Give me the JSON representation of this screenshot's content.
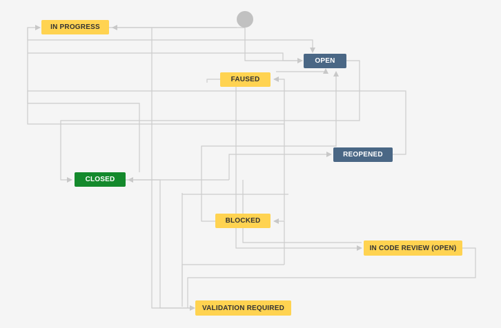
{
  "workflow": {
    "statuses": {
      "in_progress": "IN PROGRESS",
      "open": "OPEN",
      "paused": "FAUSED",
      "reopened": "REOPENED",
      "closed": "CLOSED",
      "blocked": "BLOCKED",
      "in_code_review": "IN CODE REVIEW (OPEN)",
      "validation_required": "VALIDATION REQUIRED"
    },
    "colors": {
      "background": "#f5f5f5",
      "connector": "#cccccc",
      "start_node": "#c1c1c1",
      "status_todo": "#ffd351",
      "status_open": "#4a6785",
      "status_done": "#14892c"
    }
  }
}
